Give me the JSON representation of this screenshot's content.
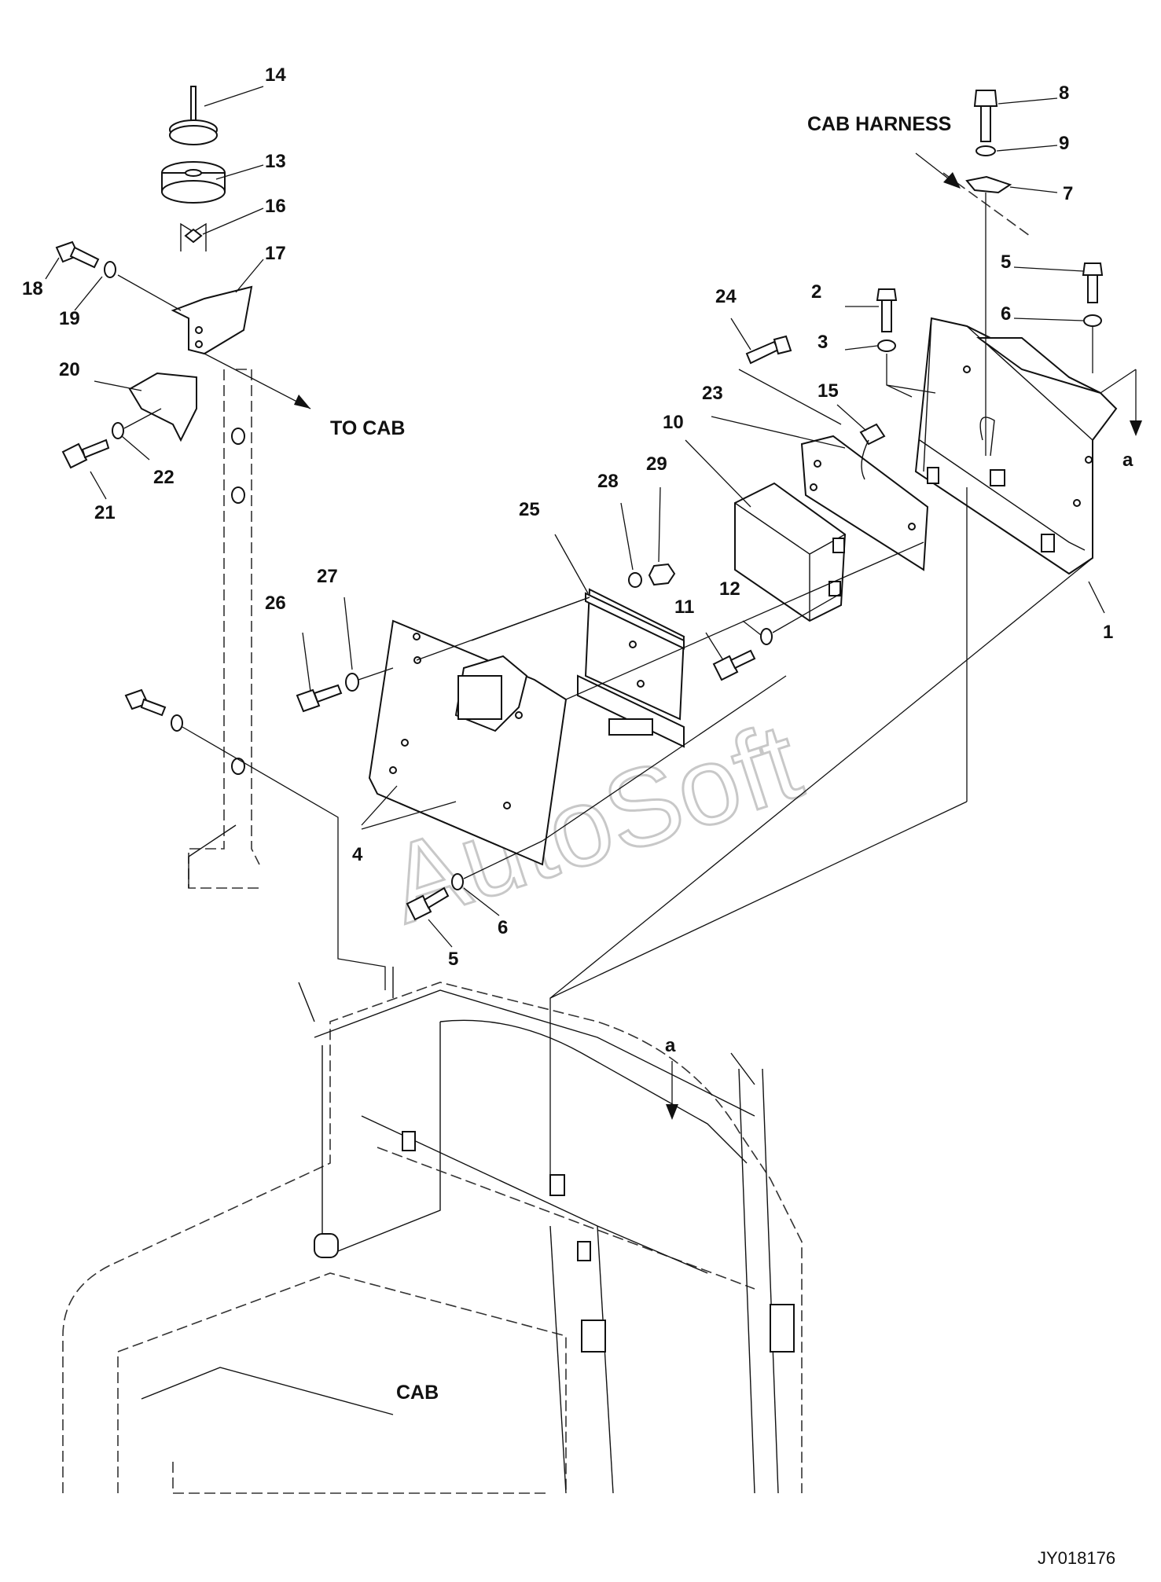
{
  "diagram": {
    "part_numbers": [
      "1",
      "2",
      "3",
      "4",
      "5",
      "6",
      "7",
      "8",
      "9",
      "10",
      "11",
      "12",
      "13",
      "14",
      "15",
      "16",
      "17",
      "18",
      "19",
      "20",
      "21",
      "22",
      "23",
      "24",
      "25",
      "26",
      "27",
      "28",
      "29"
    ],
    "annotations": {
      "cab_harness": "CAB HARNESS",
      "to_cab": "TO CAB",
      "cab": "CAB",
      "view_ref": "a"
    },
    "watermark": "AutoSoft",
    "drawing_code": "JY018176"
  }
}
